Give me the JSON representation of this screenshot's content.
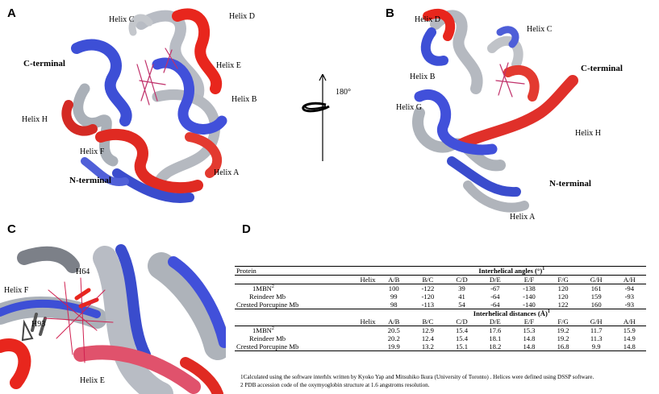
{
  "panels": {
    "a": {
      "letter": "A",
      "labels": {
        "helix_c": "Helix C",
        "helix_d": "Helix D",
        "c_terminal": "C-terminal",
        "helix_e": "Helix E",
        "helix_b": "Helix B",
        "helix_h": "Helix H",
        "helix_f": "Helix F",
        "n_terminal": "N-terminal",
        "helix_a": "Helix A"
      }
    },
    "rotation": {
      "angle": "180°"
    },
    "b": {
      "letter": "B",
      "labels": {
        "helix_d": "Helix D",
        "helix_c": "Helix C",
        "c_terminal": "C-terminal",
        "helix_b": "Helix B",
        "helix_g": "Helix G",
        "helix_h": "Helix H",
        "n_terminal": "N-terminal",
        "helix_a": "Helix A"
      }
    },
    "c": {
      "letter": "C",
      "labels": {
        "h64": "H64",
        "helix_f": "Helix F",
        "h93": "H93",
        "helix_e": "Helix E"
      }
    },
    "d": {
      "letter": "D"
    }
  },
  "table": {
    "protein_header": "Protein",
    "angles_title": "Interhelical angles (°)",
    "angles_title_sup": "1",
    "distances_title": "Interhelical  distances (Å)",
    "distances_title_sup": "1",
    "helix_label": "Helix",
    "pairs": [
      "A/B",
      "B/C",
      "C/D",
      "D/E",
      "E/F",
      "F/G",
      "G/H",
      "A/H"
    ],
    "angles": [
      {
        "protein": "1MBN",
        "sup": "2",
        "values": [
          "100",
          "-122",
          "39",
          "-67",
          "-138",
          "120",
          "161",
          "-94"
        ]
      },
      {
        "protein": "Reindeer Mb",
        "sup": "",
        "values": [
          "99",
          "-120",
          "41",
          "-64",
          "-140",
          "120",
          "159",
          "-93"
        ]
      },
      {
        "protein": "Crested Porcupine Mb",
        "sup": "",
        "values": [
          "98",
          "-113",
          "54",
          "-64",
          "-140",
          "122",
          "160",
          "-93"
        ]
      }
    ],
    "distances": [
      {
        "protein": "1MBN",
        "sup": "2",
        "values": [
          "20.5",
          "12.9",
          "15.4",
          "17.6",
          "15.3",
          "19.2",
          "11.7",
          "15.9"
        ]
      },
      {
        "protein": "Reindeer Mb",
        "sup": "",
        "values": [
          "20.2",
          "12.4",
          "15.4",
          "18.1",
          "14.8",
          "19.2",
          "11.3",
          "14.9"
        ]
      },
      {
        "protein": "Crested Porcupine Mb",
        "sup": "",
        "values": [
          "19.9",
          "13.2",
          "15.1",
          "18.2",
          "14.8",
          "16.8",
          "9.9",
          "14.8"
        ]
      }
    ],
    "footnote1": "1Calculated using the software interhlx written by Kyoko Yap and Mitsuhiko Ikura (University of Toronto) . Helices were defined using DSSP software.",
    "footnote2": "2 PDB accession code of the oxymyoglobin structure at 1.6 angstroms resolution."
  }
}
